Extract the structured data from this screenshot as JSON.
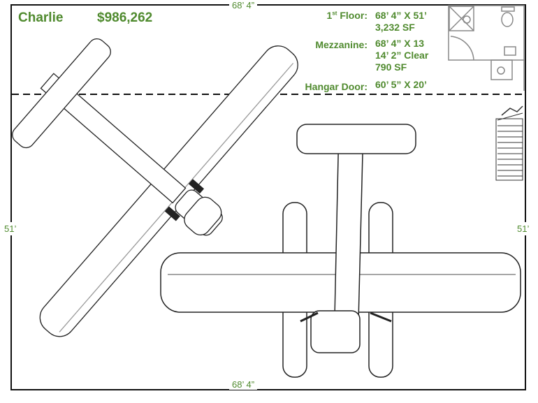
{
  "header": {
    "name": "Charlie",
    "price": "$986,262"
  },
  "dimensions": {
    "top": "68’ 4”",
    "bottom": "68’ 4”",
    "left": "51’",
    "right": "51’"
  },
  "specs": {
    "first_floor": {
      "label_main": "1",
      "label_sup": "st",
      "label_rest": " Floor:",
      "lines": [
        "68’ 4” X 51’",
        "3,232 SF"
      ]
    },
    "mezzanine": {
      "label": "Mezzanine:",
      "lines": [
        "68’ 4” X 13",
        "14’ 2” Clear",
        "790 SF"
      ]
    },
    "hangar_door": {
      "label": "Hangar Door:",
      "value": "60’ 5” X 20’"
    }
  },
  "colors": {
    "accent": "#4f8a2e",
    "line": "#111111"
  }
}
